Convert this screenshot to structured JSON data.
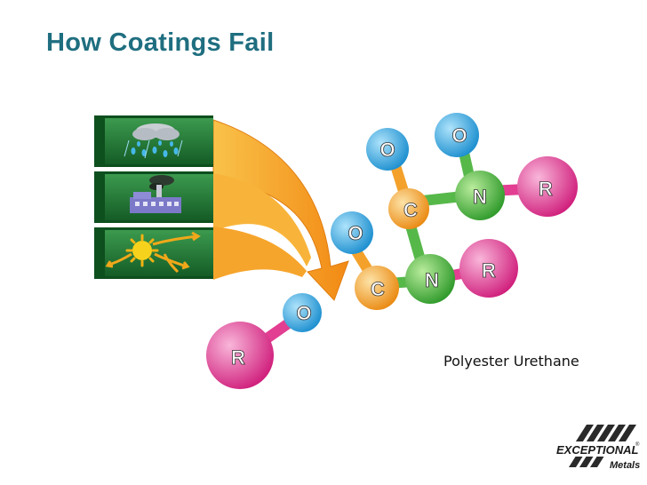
{
  "slide": {
    "title": "How Coatings Fail",
    "caption": "Polyester Urethane"
  },
  "panels": [
    {
      "icon": "rain-cloud-icon"
    },
    {
      "icon": "factory-pollution-icon"
    },
    {
      "icon": "sun-heat-icon"
    }
  ],
  "molecule": {
    "atoms": [
      "O",
      "O",
      "C",
      "N",
      "R",
      "O",
      "C",
      "N",
      "R",
      "O",
      "R"
    ]
  },
  "logo": {
    "brand": "EXCEPTIONAL",
    "sub": "Metals",
    "mark": "®"
  },
  "colors": {
    "title": "#1f6e80",
    "oxygen": "#2aa4dd",
    "carbon": "#f39a1e",
    "nitrogen": "#3fae3a",
    "r_group": "#e2358c",
    "panel_green": "#1f7a35",
    "arrow": "#f7a31d"
  }
}
